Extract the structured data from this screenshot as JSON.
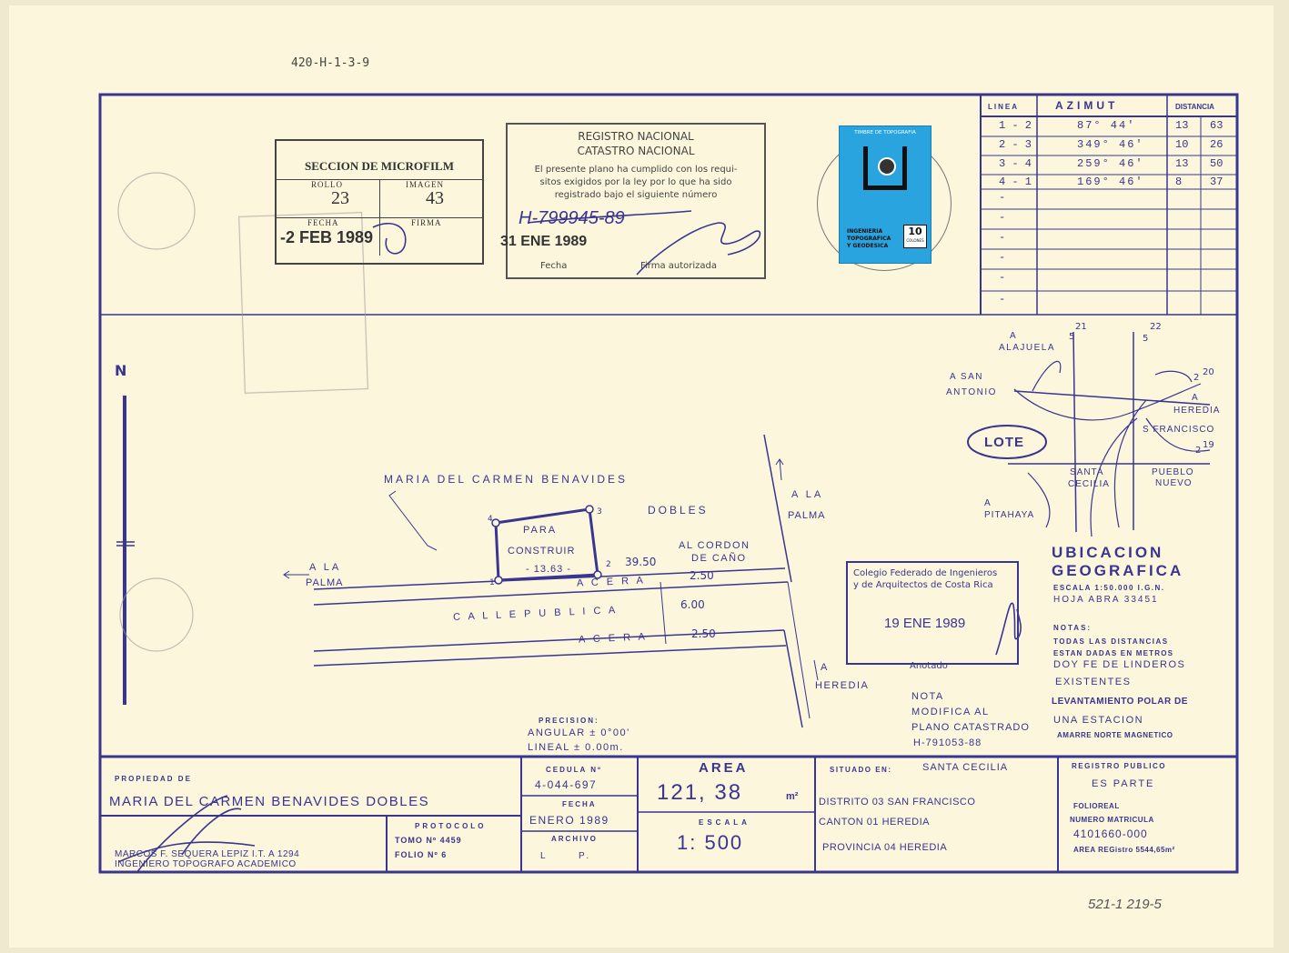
{
  "top_ref": "420-H-1-3-9",
  "bottom_ref": "521-1  219-5",
  "microfilm": {
    "title": "SECCION DE MICROFILM",
    "rollo_label": "ROLLO",
    "rollo": "23",
    "imagen_label": "IMAGEN",
    "imagen": "43",
    "fecha_label": "FECHA",
    "fecha": "-2 FEB 1989",
    "firma_label": "FIRMA"
  },
  "registro": {
    "line1": "REGISTRO NACIONAL",
    "line2": "CATASTRO NACIONAL",
    "body1": "El presente plano ha cumplido con los requi-",
    "body2": "sitos exigidos por la ley por lo que ha sido",
    "body3": "registrado bajo el siguiente número",
    "number": "H-799945-89",
    "date": "31 ENE 1989",
    "fecha_label": "Fecha",
    "firma_label": "Firma autorizada"
  },
  "timbre": {
    "header": "TIMBRE DE TOPOGRAFIA",
    "line1": "INGENIERIA",
    "line2": "TOPOGRAFICA",
    "line3": "Y GEODESICA",
    "value": "10",
    "currency": "COLONES"
  },
  "table": {
    "headers": [
      "LINEA",
      "AZIMUT",
      "DISTANCIA"
    ],
    "rows": [
      {
        "linea": "1 - 2",
        "azimut": "87° 44'",
        "d1": "13",
        "d2": "63"
      },
      {
        "linea": "2 - 3",
        "azimut": "349° 46'",
        "d1": "10",
        "d2": "26"
      },
      {
        "linea": "3 - 4",
        "azimut": "259° 46'",
        "d1": "13",
        "d2": "50"
      },
      {
        "linea": "4 - 1",
        "azimut": "169° 46'",
        "d1": "8",
        "d2": "37"
      },
      {
        "linea": "-",
        "azimut": "",
        "d1": "",
        "d2": ""
      },
      {
        "linea": "-",
        "azimut": "",
        "d1": "",
        "d2": ""
      },
      {
        "linea": "-",
        "azimut": "",
        "d1": "",
        "d2": ""
      },
      {
        "linea": "-",
        "azimut": "",
        "d1": "",
        "d2": ""
      },
      {
        "linea": "-",
        "azimut": "",
        "d1": "",
        "d2": ""
      },
      {
        "linea": "-",
        "azimut": "",
        "d1": "",
        "d2": ""
      }
    ]
  },
  "plan": {
    "north": "N",
    "neighbor": "MARIA  DEL  CARMEN  BENAVIDES",
    "dobles": "DOBLES",
    "lot_line1": "PARA",
    "lot_line2": "CONSTRUIR",
    "lot_line3": "- 13.63 -",
    "p1": "1",
    "p2": "2",
    "p3": "3",
    "p4": "4",
    "dist_cordon": "39.50",
    "al_cordon1": "AL CORDON",
    "al_cordon2": "DE CAÑO",
    "a_la_palma_left1": "A  LA",
    "a_la_palma_left2": "PALMA",
    "a_la_palma_right1": "A  LA",
    "a_la_palma_right2": "PALMA",
    "acera1": "A C E R A",
    "acera2": "A C E R A",
    "calle": "C A L L E   P U B L I C A",
    "w1": "2.50",
    "w2": "6.00",
    "w3": "2.50",
    "a_heredia": "A",
    "heredia": "HEREDIA",
    "precision_title": "PRECISION:",
    "angular": "ANGULAR ± 0°00'",
    "lineal": "LINEAL   ±   0.00m.",
    "nota1": "NOTA",
    "nota2": "MODIFICA AL",
    "nota3": "PLANO CATASTRADO",
    "nota4": "H-791053-88"
  },
  "cfia": {
    "line1": "Colegio Federado de Ingenieros",
    "line2": "y de Arquitectos de Costa Rica",
    "date": "19 ENE 1989",
    "anotado": "Anotado"
  },
  "ubicacion": {
    "r21": "21",
    "r5a": "5",
    "r22": "22",
    "r5b": "5",
    "alajuela1": "A",
    "alajuela2": "ALAJUELA",
    "san_antonio1": "A SAN",
    "san_antonio2": "ANTONIO",
    "r2": "2",
    "r20": "20",
    "heredia1": "A",
    "heredia2": "HEREDIA",
    "san_francisco": "S FRANCISCO",
    "lote": "LOTE",
    "r2b": "2",
    "r19": "19",
    "santa1": "SANTA",
    "santa2": "CECILIA",
    "pueblo1": "PUEBLO",
    "pueblo2": "NUEVO",
    "pitahaya1": "A",
    "pitahaya2": "PITAHAYA",
    "title1": "UBICACION",
    "title2": "GEOGRAFICA",
    "escala": "ESCALA    1:50.000 I.G.N.",
    "hoja": "HOJA ABRA 33451",
    "notas": "NOTAS:",
    "n1": "TODAS LAS DISTANCIAS",
    "n2": "ESTAN DADAS EN METROS",
    "n3": "DOY FE DE LINDEROS",
    "n4": "EXISTENTES",
    "n5": "LEVANTAMIENTO POLAR DE",
    "n6": "UNA ESTACION",
    "n7": "AMARRE NORTE MAGNETICO"
  },
  "footer": {
    "propiedad_label": "PROPIEDAD DE",
    "propiedad": "MARIA DEL CARMEN BENAVIDES DOBLES",
    "cedula_label": "CEDULA Nº",
    "cedula": "4-044-697",
    "fecha_label": "FECHA",
    "fecha": "ENERO 1989",
    "archivo_label": "ARCHIVO",
    "archivo_l": "L",
    "archivo_p": "P.",
    "area_label": "AREA",
    "area": "121, 38",
    "area_unit": "m²",
    "escala_label": "ESCALA",
    "escala": "1: 500",
    "situado_label": "SITUADO EN:",
    "situado": "SANTA CECILIA",
    "distrito": "DISTRITO 03 SAN FRANCISCO",
    "canton": "CANTON 01 HEREDIA",
    "provincia": "PROVINCIA 04 HEREDIA",
    "registro_label": "REGISTRO PUBLICO",
    "es_parte": "ES PARTE",
    "folioreal": "FOLIOREAL",
    "matricula_label": "NUMERO MATRICULA",
    "matricula": "4101660-000",
    "area_reg": "AREA REGistro 5544,65m²",
    "protocolo_label": "PROTOCOLO",
    "tomo": "TOMO Nº  4459",
    "folio": "FOLIO Nº     6",
    "ingeniero1": "MARCOS F. SEQUERA LEPIZ I.T. A 1294",
    "ingeniero2": "INGENIERO TOPOGRAFO ACADEMICO"
  }
}
